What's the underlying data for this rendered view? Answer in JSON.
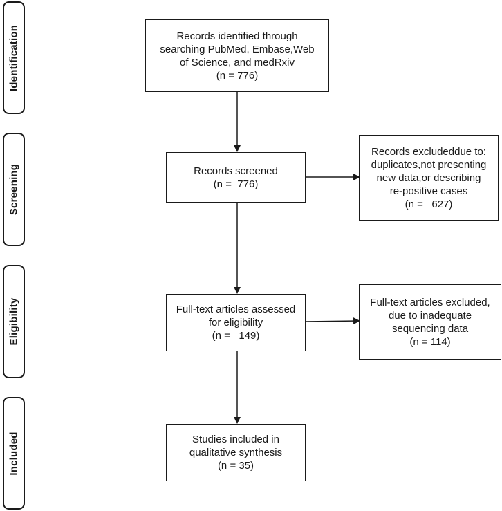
{
  "stages": {
    "identification": "Identification",
    "screening": "Screening",
    "eligibility": "Eligibility",
    "included": "Included"
  },
  "boxes": {
    "identified": {
      "lines": [
        "Records identified through",
        "searching PubMed, Embase,Web",
        "of Science, and medRxiv",
        "(n = 776)"
      ]
    },
    "screened": {
      "lines": [
        "Records screened",
        "(n =  776)"
      ]
    },
    "excluded_screen": {
      "lines": [
        "Records excludeddue to:",
        "duplicates,not presenting",
        "new data,or describing",
        "re-positive cases",
        "(n =   627)"
      ]
    },
    "fulltext": {
      "lines": [
        "Full-text articles assessed",
        "for eligibility",
        "(n =   149)"
      ]
    },
    "excluded_fulltext": {
      "lines": [
        "Full-text articles excluded,",
        "due to inadequate",
        "sequencing data",
        "(n = 114)"
      ]
    },
    "included": {
      "lines": [
        "Studies included in",
        "qualitative synthesis",
        "(n = 35)"
      ]
    }
  }
}
